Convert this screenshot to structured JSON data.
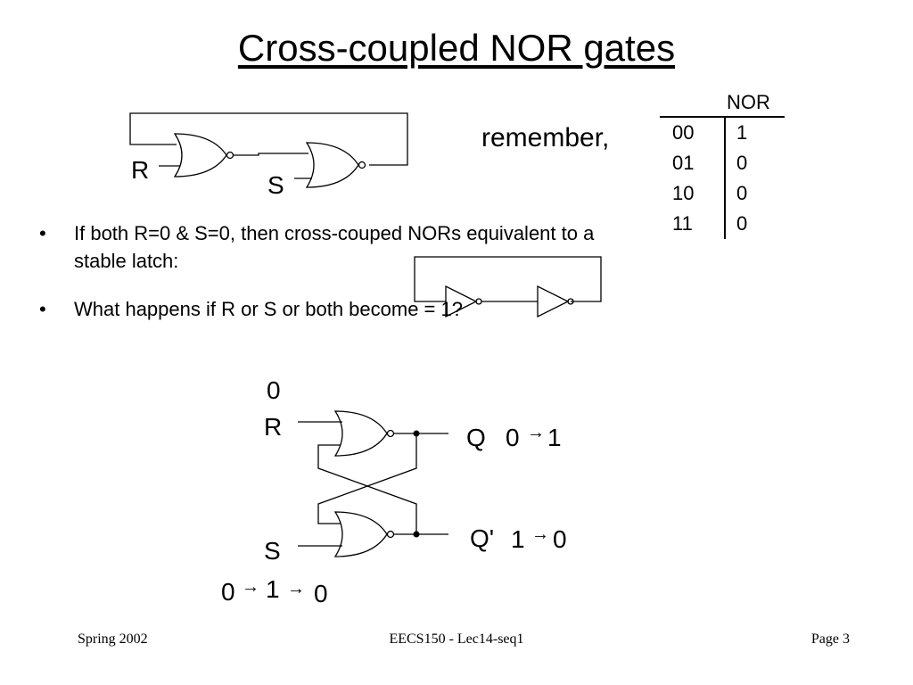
{
  "slide": {
    "title": "Cross-coupled NOR gates",
    "remember": "remember,",
    "bullets": [
      "If both R=0 & S=0, then cross-couped NORs equivalent to a stable latch:",
      "What happens if R or S or both become = 1?"
    ],
    "bullet_glyph": "•"
  },
  "nor_table": {
    "header": "NOR",
    "rows": [
      {
        "input": "00",
        "output": "1"
      },
      {
        "input": "01",
        "output": "0"
      },
      {
        "input": "10",
        "output": "0"
      },
      {
        "input": "11",
        "output": "0"
      }
    ]
  },
  "top_diagram": {
    "label_r": "R",
    "label_s": "S"
  },
  "bottom_diagram": {
    "r_value": "0",
    "label_r": "R",
    "label_q": "Q",
    "q_from": "0",
    "q_to": "1",
    "label_qbar": "Q'",
    "qbar_from": "1",
    "qbar_to": "0",
    "label_s": "S",
    "s_seq": [
      "0",
      "1",
      "0"
    ],
    "arrow": "→"
  },
  "footer": {
    "left": "Spring 2002",
    "center": "EECS150 - Lec14-seq1",
    "right": "Page 3"
  }
}
